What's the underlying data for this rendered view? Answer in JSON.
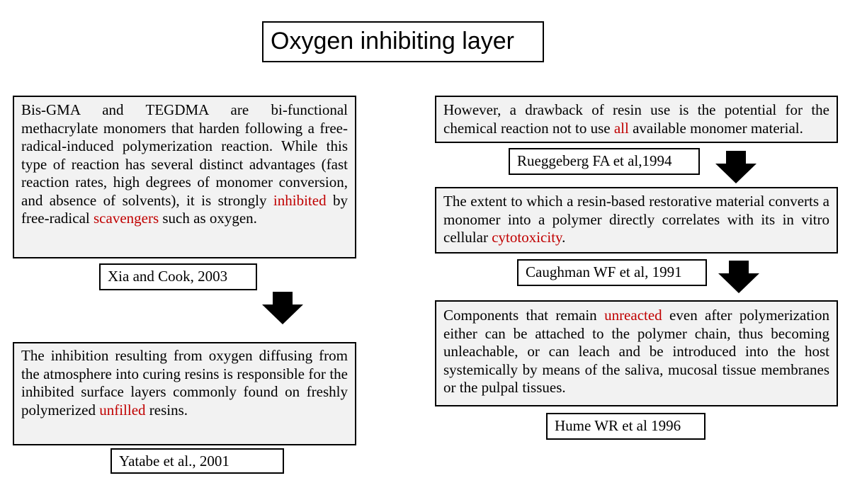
{
  "title": "Oxygen inhibiting layer",
  "colors": {
    "highlight": "#c00000",
    "box_fill": "#f2f2f2",
    "arrow": "#000000"
  },
  "left": {
    "box1": {
      "t1": "Bis-GMA and TEGDMA are bi-functional methacrylate monomers that harden following a free-radical-induced polymerization reaction. While this type of reaction has several distinct advantages (fast reaction rates, high degrees of monomer conversion, and absence of solvents), it is strongly ",
      "h1": "inhibited",
      "t2": " by free-radical ",
      "h2": "scavengers",
      "t3": " such as oxygen."
    },
    "ref1": "Xia and Cook, 2003",
    "box2": {
      "t1": "The inhibition resulting from oxygen diffusing from the atmosphere into curing resins is responsible for the inhibited surface layers commonly found on freshly polymerized ",
      "h1": "unfilled",
      "t2": " resins."
    },
    "ref2": "Yatabe et al., 2001"
  },
  "right": {
    "box1": {
      "t1": "However, a drawback of resin use is the potential for the chemical reaction not to use ",
      "h1": "all",
      "t2": " available monomer material."
    },
    "ref1": "Rueggeberg FA et al,1994",
    "box2": {
      "t1": "The extent to which a resin-based restorative material converts a monomer into a polymer directly correlates with its in vitro cellular ",
      "h1": "cytotoxicity",
      "t2": "."
    },
    "ref2": "Caughman WF et al, 1991",
    "box3": {
      "t1": "Components that remain ",
      "h1": "unreacted",
      "t2": " even after polymerization either can be attached to the polymer chain, thus becoming unleachable, or can leach and be introduced into the host systemically by means of the saliva, mucosal tissue membranes or the pulpal tissues."
    },
    "ref3": "Hume WR et al 1996"
  }
}
